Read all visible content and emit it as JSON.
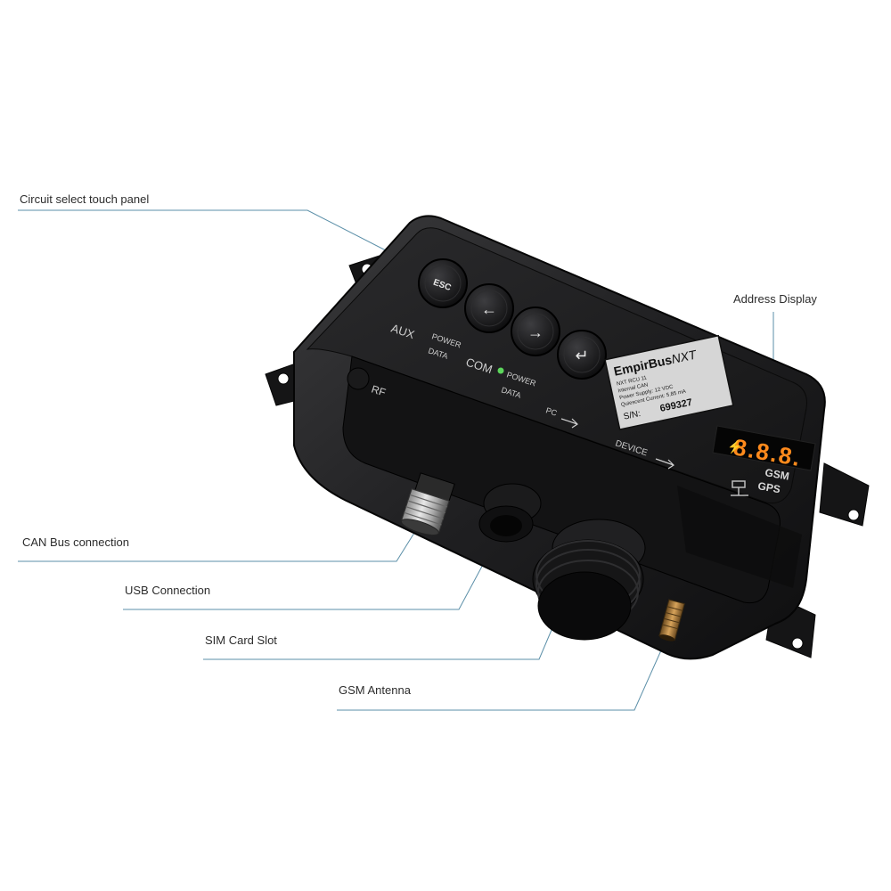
{
  "callouts": {
    "touch_panel": "Circuit select touch panel",
    "address_display": "Address Display",
    "can_bus": "CAN Bus connection",
    "usb": "USB Connection",
    "sim": "SIM Card Slot",
    "gsm_antenna": "GSM Antenna"
  },
  "device": {
    "buttons": {
      "esc": "ESC",
      "left": "←",
      "right": "→",
      "enter": "↵"
    },
    "ports": {
      "aux": "AUX",
      "com": "COM",
      "rf": "RF",
      "power1": "POWER",
      "data1": "DATA",
      "power2": "POWER",
      "data2": "DATA",
      "pc": "PC",
      "device": "DEVICE"
    },
    "label_plate": {
      "brand": "EmpirBus",
      "brand_suffix": "NXT",
      "line1": "NXT RCU 11",
      "line2": "Internal CAN",
      "line3": "Power Supply: 12 VDC",
      "line4": "Quiescent Current: 5.85 mA",
      "serial_prefix": "S/N:",
      "serial": "699327"
    },
    "display_digits": "8.8.8.",
    "gsm": "GSM",
    "gps": "GPS"
  },
  "colors": {
    "line": "#5b8fa8",
    "body": "#1c1c1e",
    "display_digits": "#ff8a1c",
    "led": "#5cd65c"
  }
}
